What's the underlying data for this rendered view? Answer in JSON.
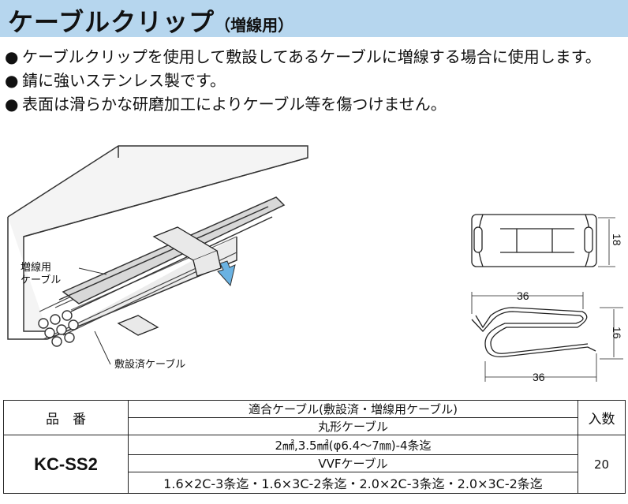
{
  "header": {
    "title": "ケーブルクリップ",
    "subtitle": "（増線用）",
    "background": "#b6d6ee"
  },
  "bullets": [
    {
      "mark": "●",
      "text": "ケーブルクリップを使用して敷設してあるケーブルに増線する場合に使用します。"
    },
    {
      "mark": "●",
      "text": "錆に強いステンレス製です。"
    },
    {
      "mark": "●",
      "text": "表面は滑らかな研磨加工によりケーブル等を傷つけません。"
    }
  ],
  "figure": {
    "label_added_cable_line1": "増線用",
    "label_added_cable_line2": "ケーブル",
    "label_existing_cable": "敷設済ケーブル",
    "dim_height": "18",
    "dim_width_top": "36",
    "dim_depth": "16",
    "dim_width_bottom": "36"
  },
  "table": {
    "col_model": "品　番",
    "col_cable": "適合ケーブル(敷設済・増線用ケーブル)",
    "col_qty": "入数",
    "sub_round": "丸形ケーブル",
    "model": "KC-SS2",
    "round_value": "2㎟,3.5㎟(φ6.4〜7㎜)-4条迄",
    "qty": "20",
    "sub_vvf": "VVFケーブル",
    "vvf_value": "1.6×2C-3条迄・1.6×3C-2条迄・2.0×2C-3条迄・2.0×3C-2条迄"
  }
}
